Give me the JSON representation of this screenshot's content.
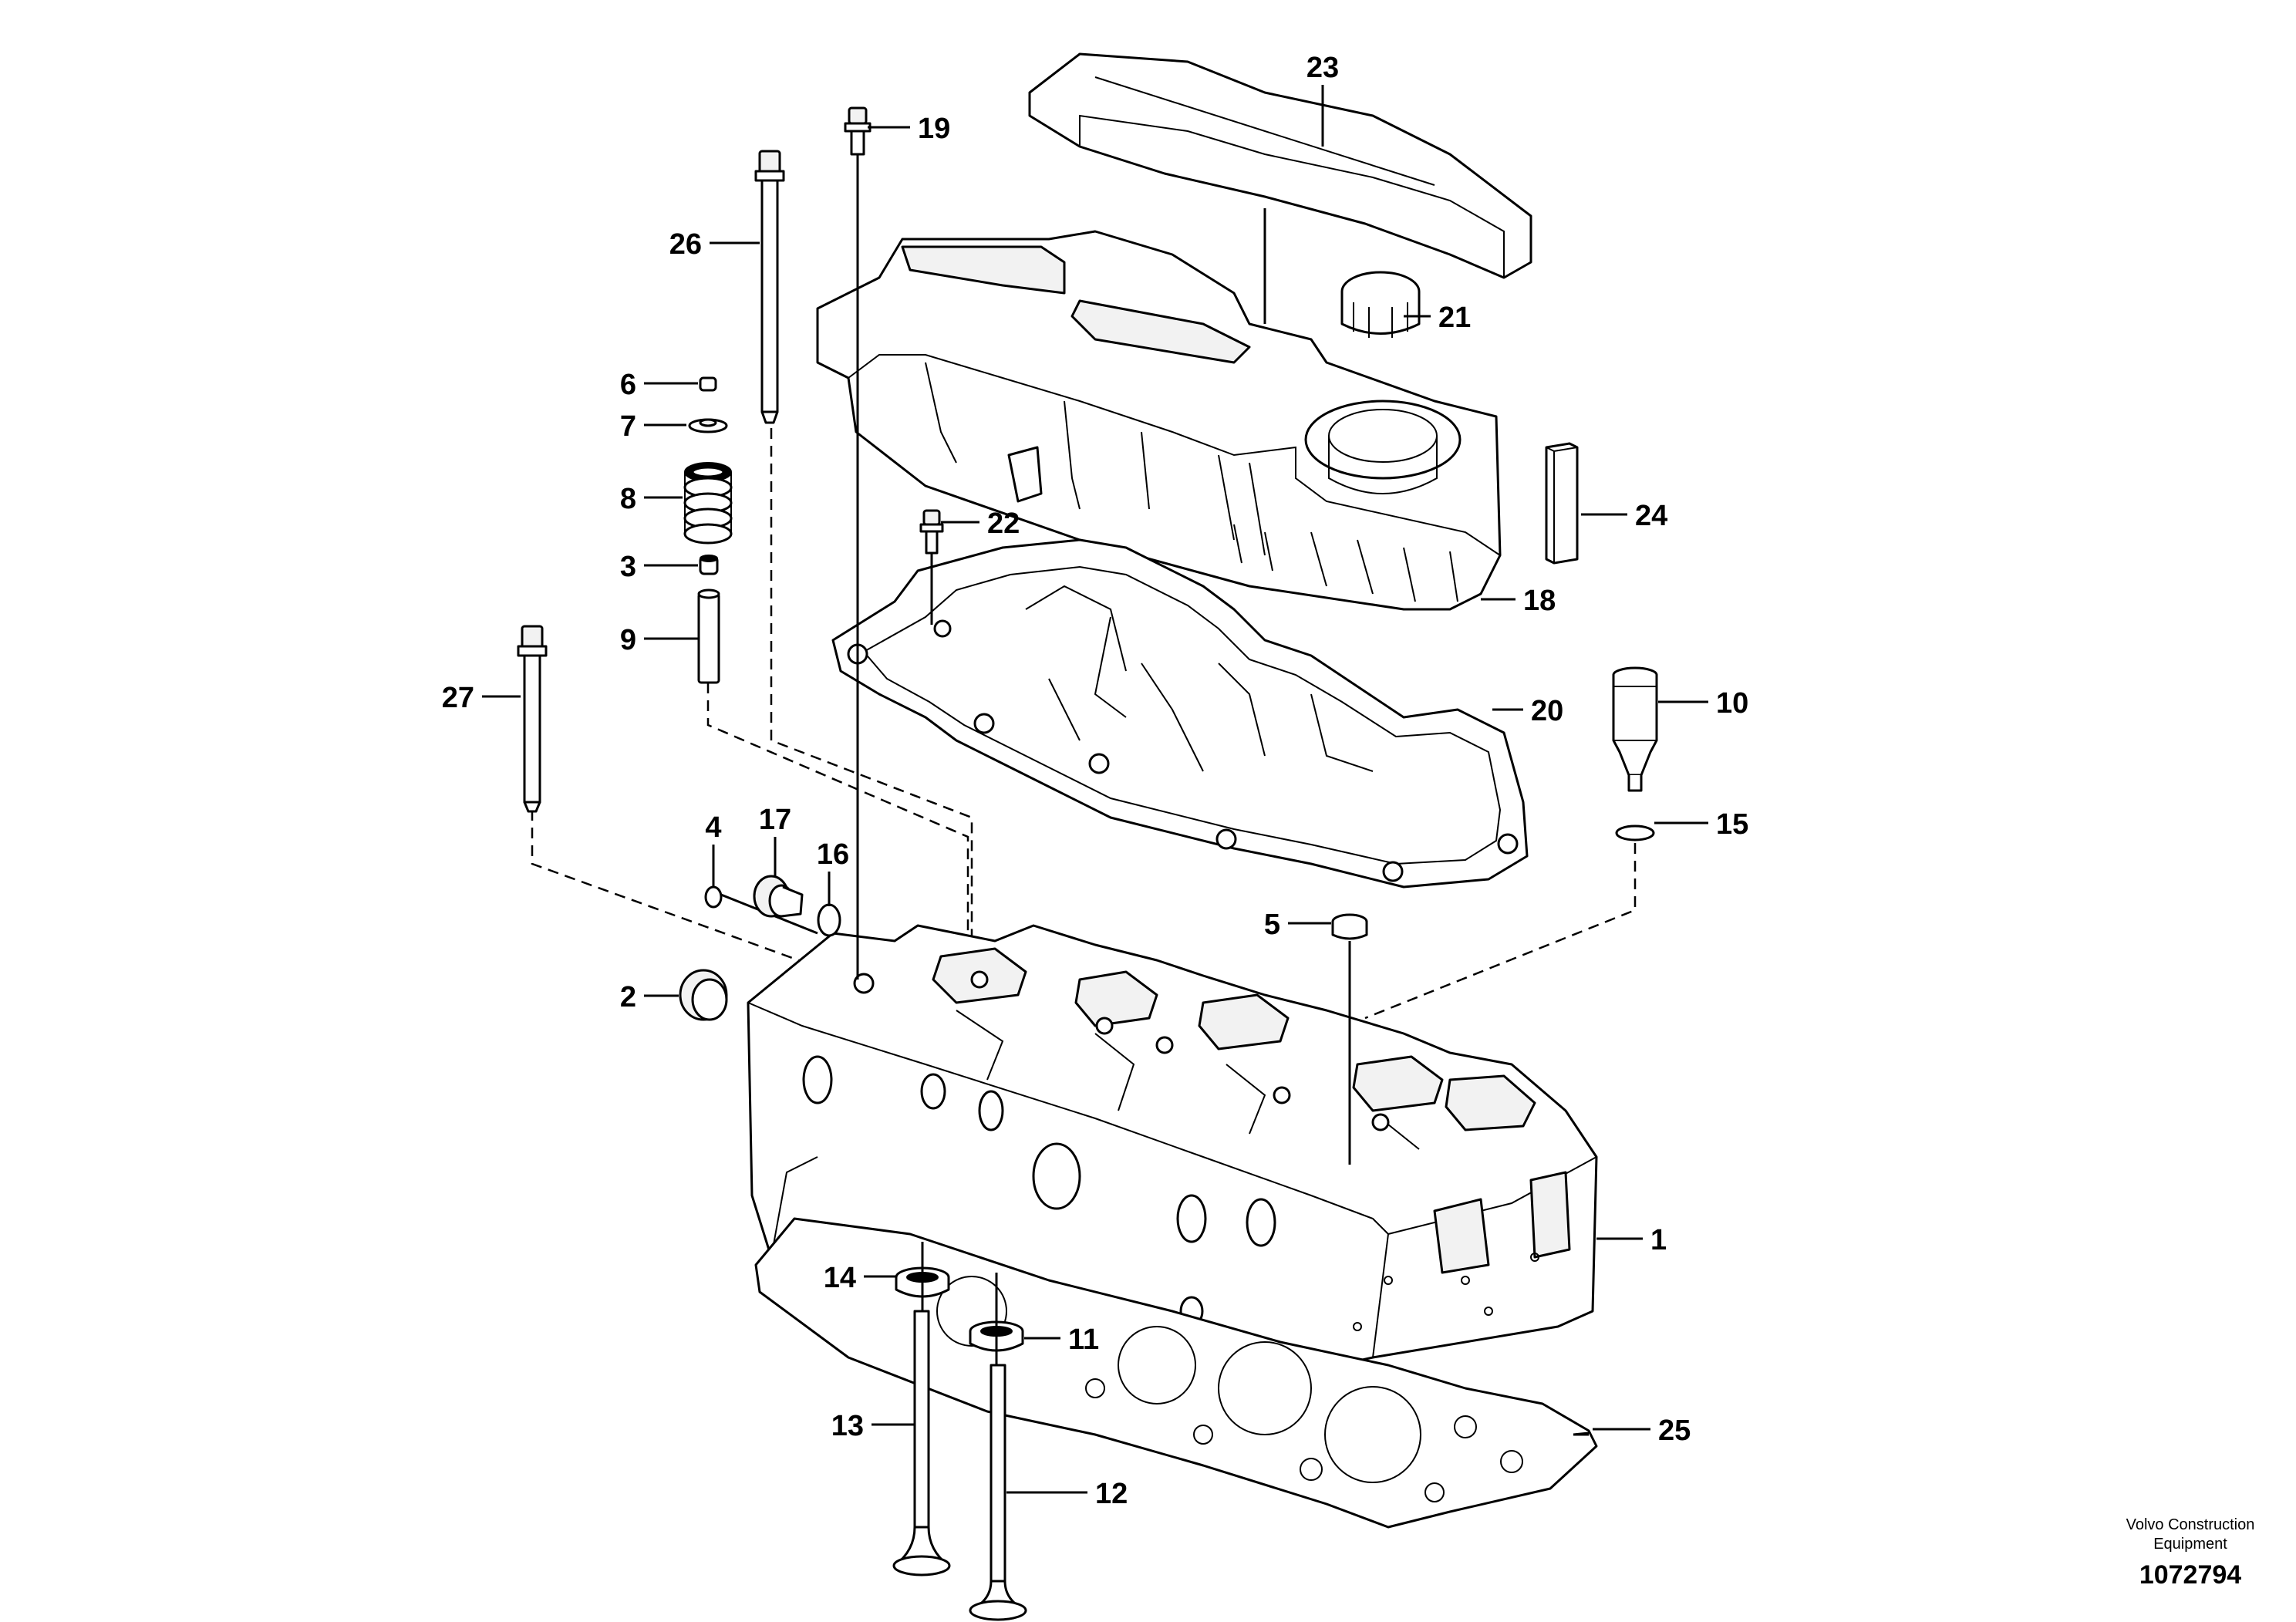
{
  "callouts": {
    "c1": "1",
    "c2": "2",
    "c3": "3",
    "c4": "4",
    "c5": "5",
    "c6": "6",
    "c7": "7",
    "c8": "8",
    "c9": "9",
    "c10": "10",
    "c11": "11",
    "c12": "12",
    "c13": "13",
    "c14": "14",
    "c15": "15",
    "c16": "16",
    "c17": "17",
    "c18": "18",
    "c19": "19",
    "c20": "20",
    "c21": "21",
    "c22": "22",
    "c23": "23",
    "c24": "24",
    "c25": "25",
    "c26": "26",
    "c27": "27"
  },
  "credit": {
    "brand_line1": "Volvo Construction",
    "brand_line2": "Equipment",
    "drawing_number": "1072794"
  }
}
